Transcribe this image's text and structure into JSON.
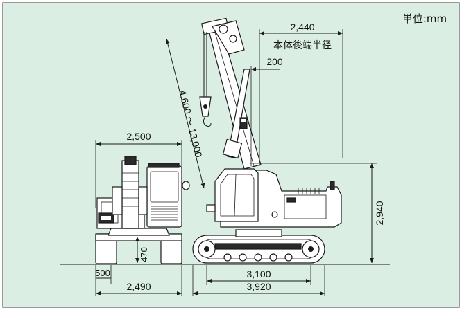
{
  "colors": {
    "panel_bg": "#dbeee3",
    "border": "#555555",
    "line": "#1a1a1a"
  },
  "unit_label": "単位:mm",
  "dimensions": {
    "tail_radius_value": "2,440",
    "tail_radius_label": "本体後端半径",
    "offset_200": "200",
    "boom_length": "4,600 ～ 13,000",
    "front_width": "2,500",
    "height": "2,940",
    "ground_clearance": "470",
    "shoe_width": "500",
    "track_gauge_width": "2,490",
    "tumbler_distance": "3,100",
    "track_length": "3,920"
  }
}
